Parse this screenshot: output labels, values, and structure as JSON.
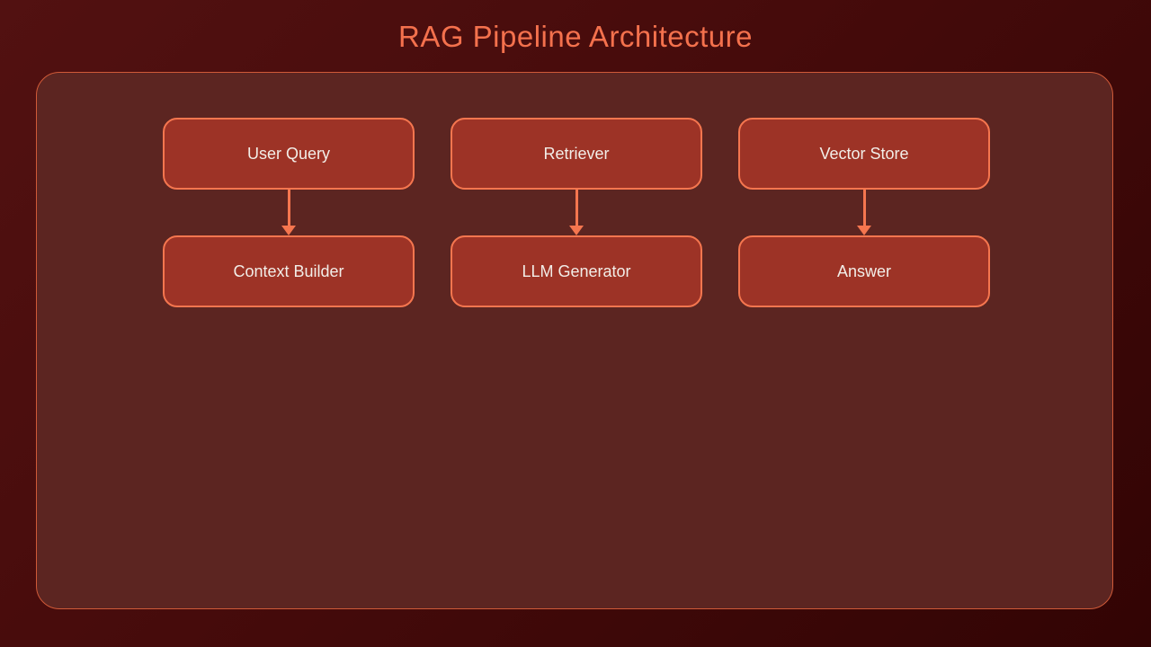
{
  "title": "RAG Pipeline Architecture",
  "diagram": {
    "nodes": [
      {
        "id": "user-query",
        "label": "User Query",
        "row": 0,
        "col": 0
      },
      {
        "id": "retriever",
        "label": "Retriever",
        "row": 0,
        "col": 1
      },
      {
        "id": "vector-store",
        "label": "Vector Store",
        "row": 0,
        "col": 2
      },
      {
        "id": "context-builder",
        "label": "Context Builder",
        "row": 1,
        "col": 0
      },
      {
        "id": "llm-generator",
        "label": "LLM Generator",
        "row": 1,
        "col": 1
      },
      {
        "id": "answer",
        "label": "Answer",
        "row": 1,
        "col": 2
      }
    ],
    "edges": [
      {
        "from": "user-query",
        "to": "context-builder",
        "direction": "down"
      },
      {
        "from": "retriever",
        "to": "llm-generator",
        "direction": "down"
      },
      {
        "from": "vector-store",
        "to": "answer",
        "direction": "down"
      }
    ]
  },
  "colors": {
    "title_text": "#f4714d",
    "page_background_top": "#521111",
    "page_background_bottom": "#320404",
    "container_fill": "#5c2521",
    "container_border": "#d05a38",
    "node_fill": "#9d3326",
    "node_border": "#f5764f",
    "node_text": "#f2eee8",
    "arrow": "#f5764f"
  }
}
